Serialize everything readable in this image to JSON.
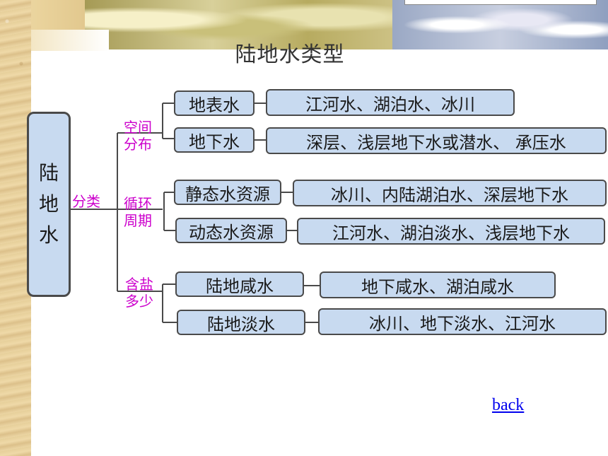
{
  "title": "陆地水类型",
  "root": {
    "chars": [
      "陆",
      "地",
      "水"
    ]
  },
  "classify_label": "分类",
  "groups": [
    {
      "label": [
        "空间",
        "分布"
      ],
      "items": [
        {
          "name": "地表水",
          "desc": "江河水、湖泊水、冰川"
        },
        {
          "name": "地下水",
          "desc": "深层、浅层地下水或潜水、 承压水"
        }
      ]
    },
    {
      "label": [
        "循环",
        "周期"
      ],
      "items": [
        {
          "name": "静态水资源",
          "desc": "冰川、内陆湖泊水、深层地下水"
        },
        {
          "name": "动态水资源",
          "desc": "江河水、湖泊淡水、浅层地下水"
        }
      ]
    },
    {
      "label": [
        "含盐",
        "多少"
      ],
      "items": [
        {
          "name": "陆地咸水",
          "desc": "地下咸水、湖泊咸水"
        },
        {
          "name": "陆地淡水",
          "desc": "冰川、地下淡水、江河水"
        }
      ]
    }
  ],
  "back_label": "back",
  "colors": {
    "box_fill": "#c8daf0",
    "box_border": "#4a4a4a",
    "label_magenta": "#cc00cc",
    "link": "#0000ee"
  }
}
